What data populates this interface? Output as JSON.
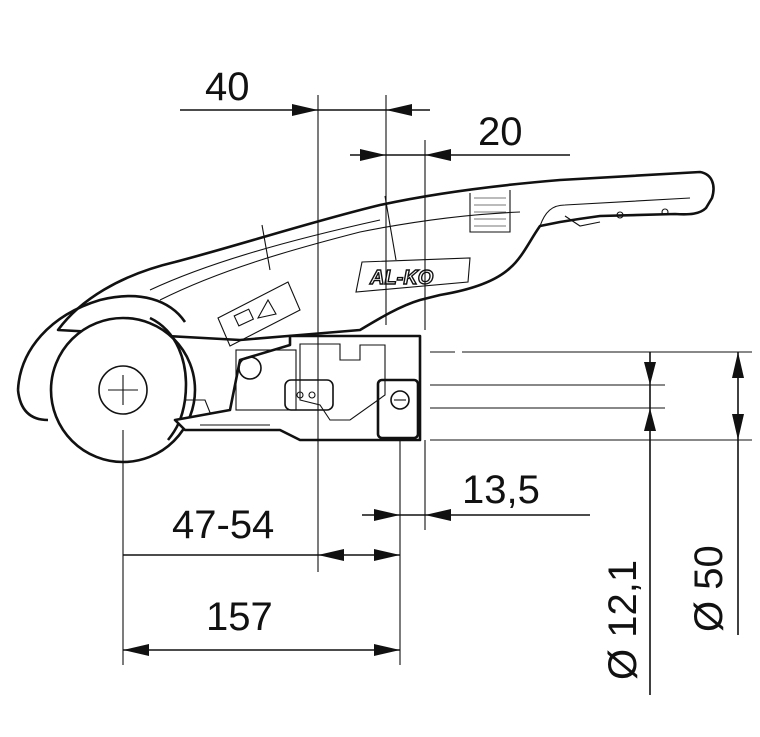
{
  "drawing": {
    "brand": "AL-KO",
    "dimensions": {
      "d40": "40",
      "d20": "20",
      "d13_5": "13,5",
      "d47_54": "47-54",
      "d157": "157",
      "dia12_1": "Ø 12,1",
      "dia50": "Ø 50"
    }
  }
}
